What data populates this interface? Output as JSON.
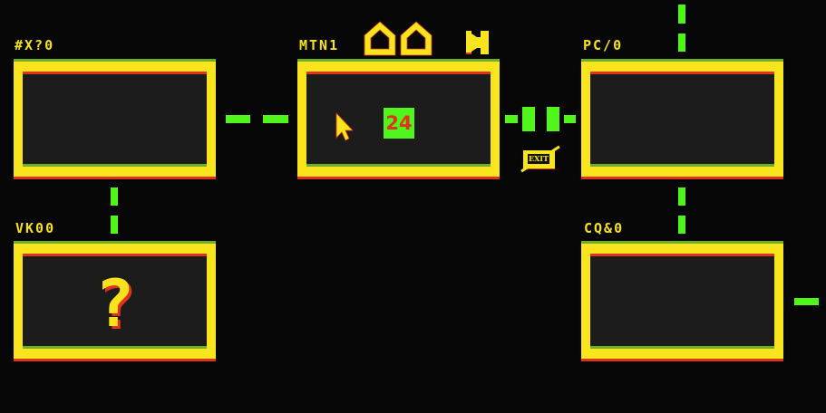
{
  "nodes": [
    {
      "name": "#X?0"
    },
    {
      "name": "MTN1",
      "badge": "24"
    },
    {
      "name": "PC/0"
    },
    {
      "name": "VK00",
      "glyph": "?"
    },
    {
      "name": "CQ&0"
    }
  ],
  "exit_icon_text": "EXIT",
  "colors": {
    "accent": "#f9e51d",
    "link": "#4ff51b",
    "alert": "#e0321c",
    "screen": "#1c1c1c"
  }
}
